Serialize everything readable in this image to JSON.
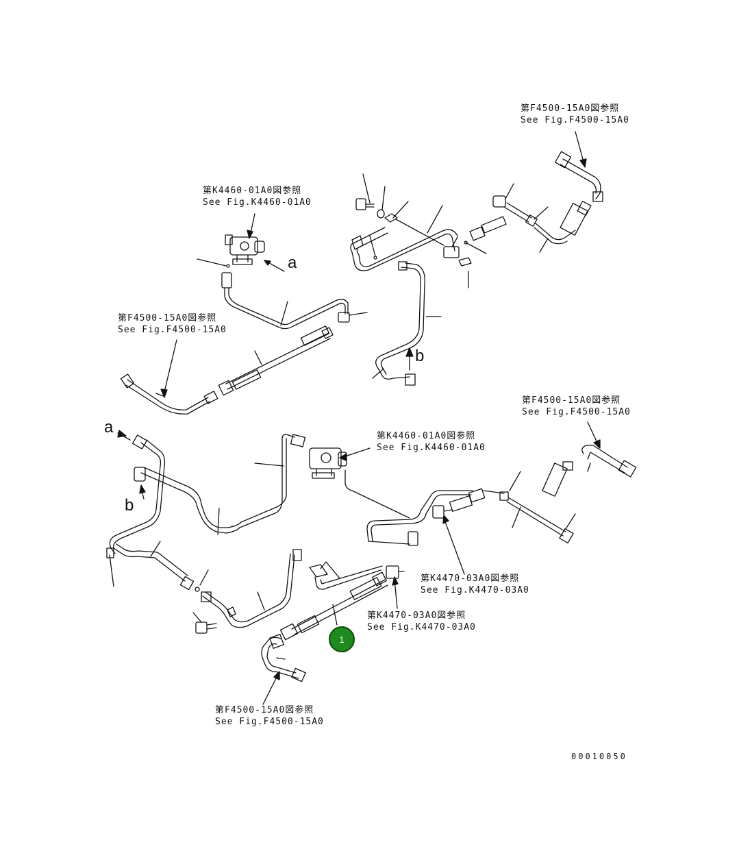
{
  "references": {
    "ref_top_right": {
      "line_jp": "第F4500-15A0図参照",
      "line_en": "See Fig.F4500-15A0"
    },
    "ref_upper_valve": {
      "line_jp": "第K4460-01A0図参照",
      "line_en": "See Fig.K4460-01A0"
    },
    "ref_upper_left": {
      "line_jp": "第F4500-15A0図参照",
      "line_en": "See Fig.F4500-15A0"
    },
    "ref_mid_right": {
      "line_jp": "第F4500-15A0図参照",
      "line_en": "See Fig.F4500-15A0"
    },
    "ref_lower_valve": {
      "line_jp": "第K4460-01A0図参照",
      "line_en": "See Fig.K4460-01A0"
    },
    "ref_lower_block_1": {
      "line_jp": "第K4470-03A0図参照",
      "line_en": "See Fig.K4470-03A0"
    },
    "ref_lower_block_2": {
      "line_jp": "第K4470-03A0図参照",
      "line_en": "See Fig.K4470-03A0"
    },
    "ref_bottom": {
      "line_jp": "第F4500-15A0図参照",
      "line_en": "See Fig.F4500-15A0"
    }
  },
  "connection_letters": {
    "a_upper": "a",
    "b_upper": "b",
    "a_lower": "a",
    "b_lower": "b"
  },
  "callout": {
    "number": "1",
    "color": "#1f8a1f"
  },
  "drawing_number": "00010050"
}
